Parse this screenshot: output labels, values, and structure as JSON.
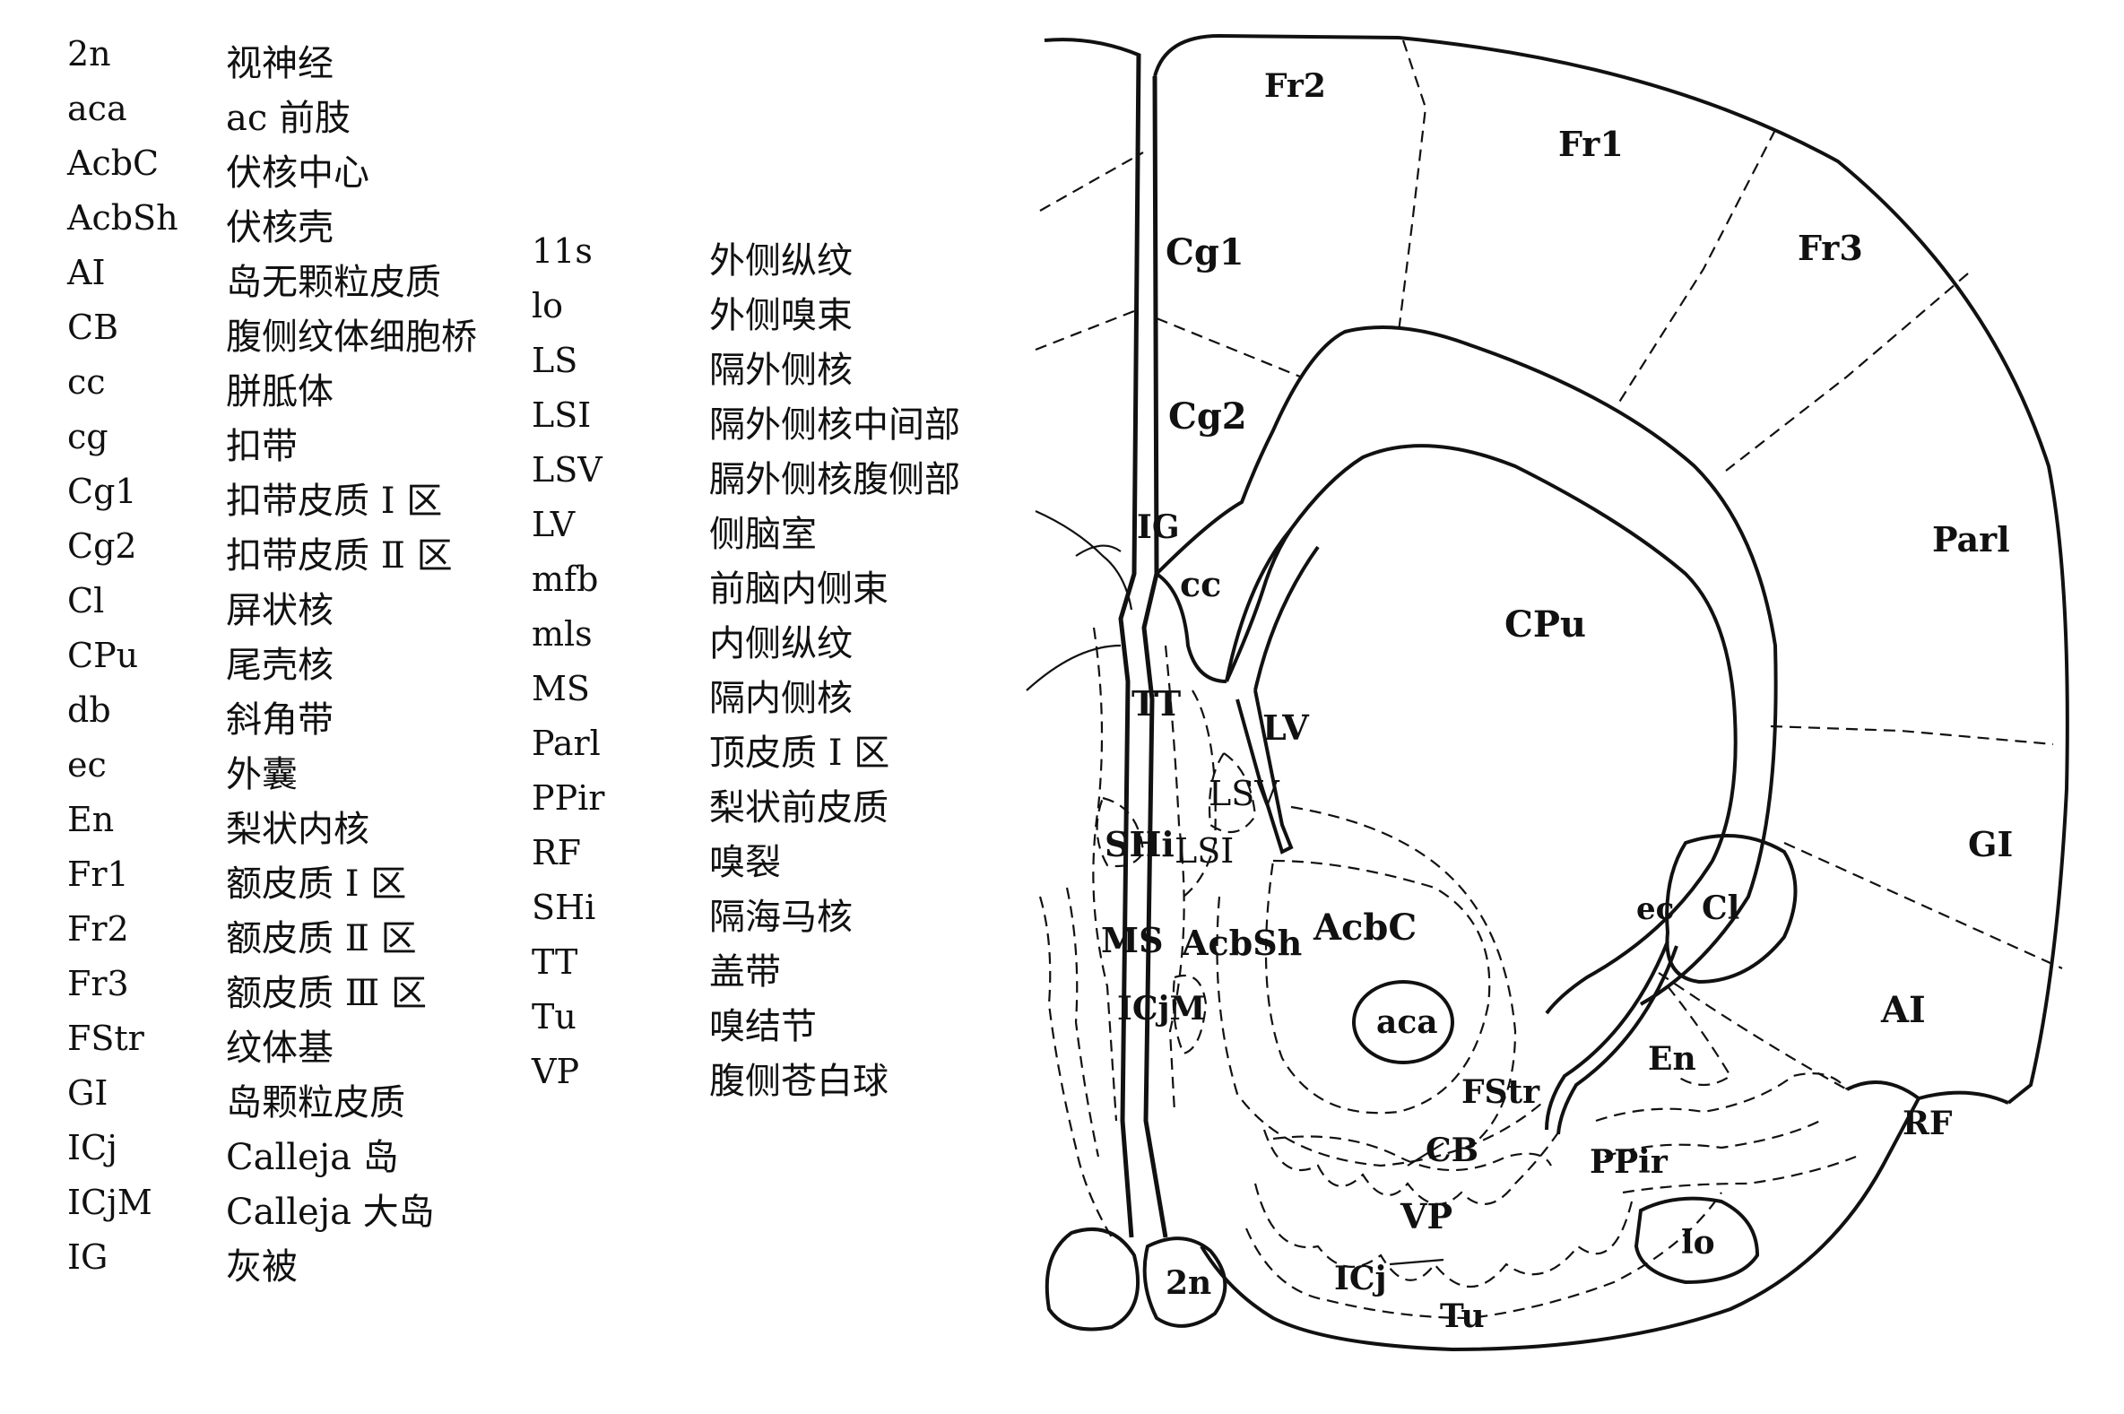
{
  "legend": {
    "column1": [
      {
        "abbr": "2n",
        "term": "视神经"
      },
      {
        "abbr": "aca",
        "term": "ac 前肢"
      },
      {
        "abbr": "AcbC",
        "term": "伏核中心"
      },
      {
        "abbr": "AcbSh",
        "term": "伏核壳"
      },
      {
        "abbr": "AI",
        "term": "岛无颗粒皮质"
      },
      {
        "abbr": "CB",
        "term": "腹侧纹体细胞桥"
      },
      {
        "abbr": "cc",
        "term": "胼胝体"
      },
      {
        "abbr": "cg",
        "term": "扣带"
      },
      {
        "abbr": "Cg1",
        "term": "扣带皮质 Ⅰ 区"
      },
      {
        "abbr": "Cg2",
        "term": "扣带皮质 Ⅱ 区"
      },
      {
        "abbr": "Cl",
        "term": "屏状核"
      },
      {
        "abbr": "CPu",
        "term": "尾壳核"
      },
      {
        "abbr": "db",
        "term": "斜角带"
      },
      {
        "abbr": "ec",
        "term": "外囊"
      },
      {
        "abbr": "En",
        "term": "梨状内核"
      },
      {
        "abbr": "Fr1",
        "term": "额皮质 Ⅰ 区"
      },
      {
        "abbr": "Fr2",
        "term": "额皮质 Ⅱ 区"
      },
      {
        "abbr": "Fr3",
        "term": "额皮质 Ⅲ 区"
      },
      {
        "abbr": "FStr",
        "term": "纹体基"
      },
      {
        "abbr": "GI",
        "term": "岛颗粒皮质"
      },
      {
        "abbr": "ICj",
        "term": "Calleja 岛"
      },
      {
        "abbr": "ICjM",
        "term": "Calleja 大岛"
      },
      {
        "abbr": "IG",
        "term": "灰被"
      }
    ],
    "column2": [
      {
        "abbr": "11s",
        "term": "外侧纵纹"
      },
      {
        "abbr": "lo",
        "term": "外侧嗅束"
      },
      {
        "abbr": "LS",
        "term": "隔外侧核"
      },
      {
        "abbr": "LSI",
        "term": "隔外侧核中间部"
      },
      {
        "abbr": "LSV",
        "term": "膈外侧核腹侧部"
      },
      {
        "abbr": "LV",
        "term": "侧脑室"
      },
      {
        "abbr": "mfb",
        "term": "前脑内侧束"
      },
      {
        "abbr": "mls",
        "term": "内侧纵纹"
      },
      {
        "abbr": "MS",
        "term": "隔内侧核"
      },
      {
        "abbr": "Parl",
        "term": "顶皮质 Ⅰ 区"
      },
      {
        "abbr": "PPir",
        "term": "梨状前皮质"
      },
      {
        "abbr": "RF",
        "term": "嗅裂"
      },
      {
        "abbr": "SHi",
        "term": "隔海马核"
      },
      {
        "abbr": "TT",
        "term": "盖带"
      },
      {
        "abbr": "Tu",
        "term": "嗅结节"
      },
      {
        "abbr": "VP",
        "term": "腹侧苍白球"
      }
    ]
  },
  "diagram": {
    "labels": {
      "fr2": "Fr2",
      "fr1": "Fr1",
      "fr3": "Fr3",
      "cg1": "Cg1",
      "cg2": "Cg2",
      "ig": "IG",
      "cc": "cc",
      "cpu": "CPu",
      "parl": "Parl",
      "gi": "GI",
      "ai": "AI",
      "rf": "RF",
      "tt": "TT",
      "lv": "LV",
      "lsv": "LSV",
      "shi": "SHi",
      "lsi": "LSI",
      "ms": "MS",
      "acbsh": "AcbSh",
      "acbc": "AcbC",
      "icjm": "ICjM",
      "aca": "aca",
      "fstr": "FStr",
      "ec": "ec",
      "cl": "Cl",
      "en": "En",
      "cb": "CB",
      "ppir": "PPir",
      "vp": "VP",
      "lo": "lo",
      "icj": "ICj",
      "tu": "Tu",
      "n2": "2n"
    }
  }
}
